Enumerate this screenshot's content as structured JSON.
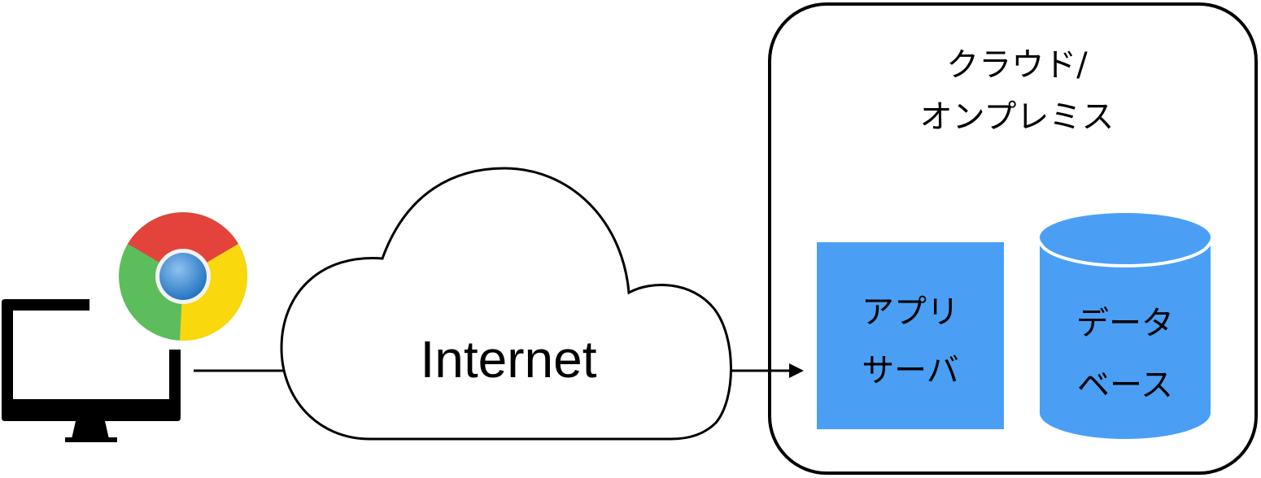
{
  "diagram": {
    "client": {
      "icon": "monitor-icon",
      "browser_icon": "chrome-icon"
    },
    "network": {
      "label": "Internet",
      "icon": "cloud-icon"
    },
    "region": {
      "label": "クラウド/\nオンプレミス"
    },
    "app_server": {
      "label": "アプリ\nサーバ",
      "color": "#4a9ff5"
    },
    "database": {
      "label": "データ\nベース",
      "color": "#4a9ff5"
    },
    "connections": [
      {
        "from": "client",
        "to": "network",
        "style": "line"
      },
      {
        "from": "network",
        "to": "app_server",
        "style": "arrow"
      }
    ]
  }
}
